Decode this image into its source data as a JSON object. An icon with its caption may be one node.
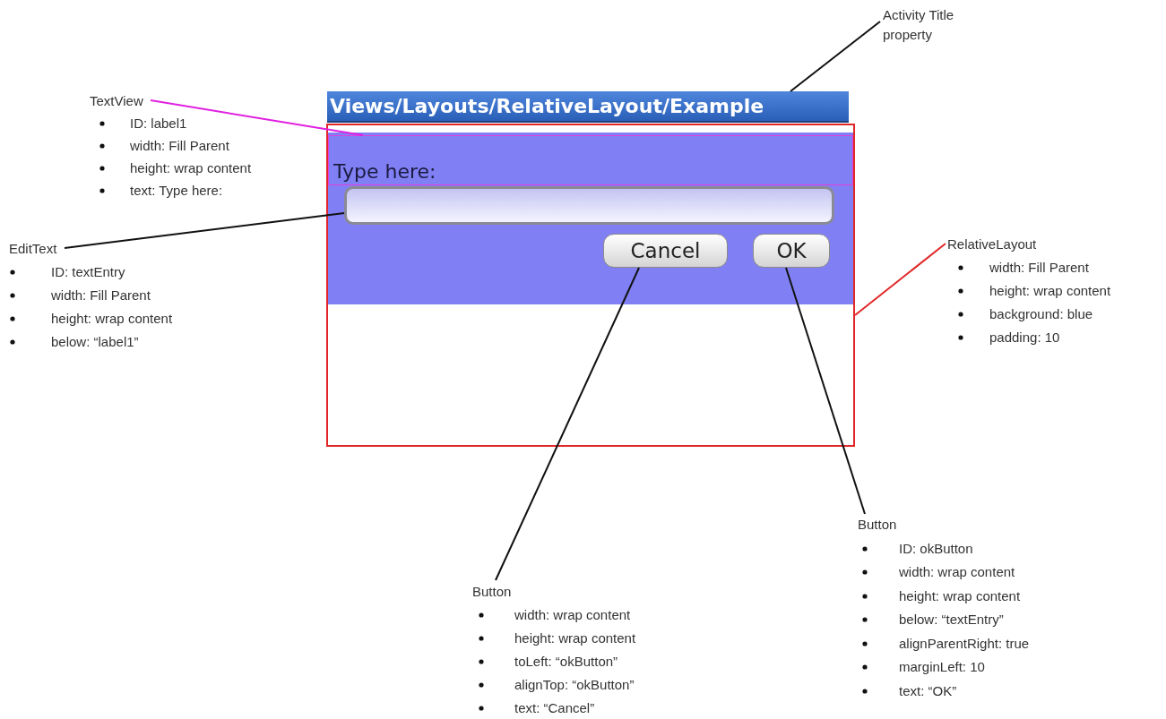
{
  "diagram": {
    "nodes": [
      {
        "text": [
          "Activity Title property"
        ]
      },
      {
        "text": [
          "TextView",
          "ID: label1",
          "width: Fill Parent",
          "height: wrap content",
          "text: Type here:"
        ]
      },
      {
        "text": [
          "Views/Layouts/RelativeLayout/Example"
        ]
      },
      {
        "text": [],
        "shape": "box"
      },
      {
        "text": [
          "Type here:"
        ],
        "in": 3
      },
      {
        "text": [],
        "shape": "box",
        "in": 3
      },
      {
        "text": [
          "Cancel"
        ],
        "in": 3
      },
      {
        "text": [
          "OK"
        ],
        "in": 3
      },
      {
        "text": [
          "EditText",
          "ID: textEntry",
          "width: Fill Parent",
          "height: wrap content",
          "below: “label1”"
        ]
      },
      {
        "text": [
          "RelativeLayout",
          "width: Fill Parent",
          "height: wrap content",
          "background: blue",
          "padding: 10"
        ]
      },
      {
        "text": [
          "Button",
          "ID: okButton",
          "width: wrap content",
          "height: wrap content",
          "below: “textEntry”",
          "alignParentRight: true",
          "marginLeft: 10",
          "text: “OK”"
        ]
      },
      {
        "text": [
          "Button",
          "width: wrap content",
          "height: wrap content",
          "toLeft: “okButton”",
          "alignTop: “okButton”",
          "text: “Cancel”"
        ]
      }
    ],
    "edges": [
      {
        "from": 0,
        "to": 2,
        "arrow": "none"
      },
      {
        "from": 1,
        "to": 4,
        "arrow": "none",
        "color": "#e020e0"
      },
      {
        "from": 8,
        "to": 5,
        "arrow": "none"
      },
      {
        "from": 9,
        "to": 3,
        "arrow": "none",
        "color": "#e02828"
      },
      {
        "from": 11,
        "to": 6,
        "arrow": "none"
      },
      {
        "from": 10,
        "to": 7,
        "arrow": "none"
      }
    ]
  }
}
